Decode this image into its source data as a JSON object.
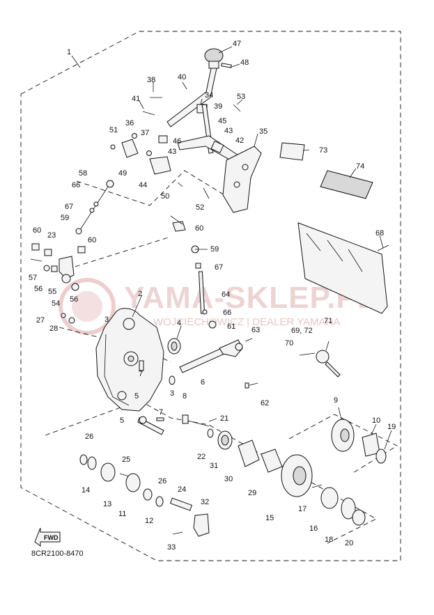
{
  "watermark": {
    "title": "YAMA-SKLEP.PL",
    "subtitle": "WOJCIECHOWICZ | DEALER YAMAHA"
  },
  "diagram_code": "8CR2100-8470",
  "fwd_label": "FWD",
  "callouts": [
    {
      "id": "1",
      "label": "1"
    },
    {
      "id": "2",
      "label": "2"
    },
    {
      "id": "3a",
      "label": "3"
    },
    {
      "id": "3b",
      "label": "3"
    },
    {
      "id": "4",
      "label": "4"
    },
    {
      "id": "5a",
      "label": "5"
    },
    {
      "id": "5b",
      "label": "5"
    },
    {
      "id": "6",
      "label": "6"
    },
    {
      "id": "7a",
      "label": "7"
    },
    {
      "id": "7b",
      "label": "7"
    },
    {
      "id": "8",
      "label": "8"
    },
    {
      "id": "9",
      "label": "9"
    },
    {
      "id": "10",
      "label": "10"
    },
    {
      "id": "11",
      "label": "11"
    },
    {
      "id": "12",
      "label": "12"
    },
    {
      "id": "13",
      "label": "13"
    },
    {
      "id": "14",
      "label": "14"
    },
    {
      "id": "15",
      "label": "15"
    },
    {
      "id": "16",
      "label": "16"
    },
    {
      "id": "17",
      "label": "17"
    },
    {
      "id": "18",
      "label": "18"
    },
    {
      "id": "19",
      "label": "19"
    },
    {
      "id": "20",
      "label": "20"
    },
    {
      "id": "21",
      "label": "21"
    },
    {
      "id": "22",
      "label": "22"
    },
    {
      "id": "23",
      "label": "23"
    },
    {
      "id": "24",
      "label": "24"
    },
    {
      "id": "25",
      "label": "25"
    },
    {
      "id": "26a",
      "label": "26"
    },
    {
      "id": "26b",
      "label": "26"
    },
    {
      "id": "27",
      "label": "27"
    },
    {
      "id": "28",
      "label": "28"
    },
    {
      "id": "29",
      "label": "29"
    },
    {
      "id": "30",
      "label": "30"
    },
    {
      "id": "31",
      "label": "31"
    },
    {
      "id": "32",
      "label": "32"
    },
    {
      "id": "33",
      "label": "33"
    },
    {
      "id": "34",
      "label": "34"
    },
    {
      "id": "35",
      "label": "35"
    },
    {
      "id": "36",
      "label": "36"
    },
    {
      "id": "37",
      "label": "37"
    },
    {
      "id": "38",
      "label": "38"
    },
    {
      "id": "39",
      "label": "39"
    },
    {
      "id": "40",
      "label": "40"
    },
    {
      "id": "41",
      "label": "41"
    },
    {
      "id": "42",
      "label": "42"
    },
    {
      "id": "43a",
      "label": "43"
    },
    {
      "id": "43b",
      "label": "43"
    },
    {
      "id": "44",
      "label": "44"
    },
    {
      "id": "45",
      "label": "45"
    },
    {
      "id": "46",
      "label": "46"
    },
    {
      "id": "47",
      "label": "47"
    },
    {
      "id": "48",
      "label": "48"
    },
    {
      "id": "49",
      "label": "49"
    },
    {
      "id": "50",
      "label": "50"
    },
    {
      "id": "51",
      "label": "51"
    },
    {
      "id": "52",
      "label": "52"
    },
    {
      "id": "53",
      "label": "53"
    },
    {
      "id": "54",
      "label": "54"
    },
    {
      "id": "55",
      "label": "55"
    },
    {
      "id": "56a",
      "label": "56"
    },
    {
      "id": "56b",
      "label": "56"
    },
    {
      "id": "57",
      "label": "57"
    },
    {
      "id": "58",
      "label": "58"
    },
    {
      "id": "59a",
      "label": "59"
    },
    {
      "id": "59b",
      "label": "59"
    },
    {
      "id": "60a",
      "label": "60"
    },
    {
      "id": "60b",
      "label": "60"
    },
    {
      "id": "60c",
      "label": "60"
    },
    {
      "id": "61",
      "label": "61"
    },
    {
      "id": "62",
      "label": "62"
    },
    {
      "id": "63",
      "label": "63"
    },
    {
      "id": "64",
      "label": "64"
    },
    {
      "id": "66a",
      "label": "66"
    },
    {
      "id": "66b",
      "label": "66"
    },
    {
      "id": "67a",
      "label": "67"
    },
    {
      "id": "67b",
      "label": "67"
    },
    {
      "id": "68",
      "label": "68"
    },
    {
      "id": "69",
      "label": "69, 72"
    },
    {
      "id": "70",
      "label": "70"
    },
    {
      "id": "71",
      "label": "71"
    },
    {
      "id": "73",
      "label": "73"
    },
    {
      "id": "74",
      "label": "74"
    }
  ]
}
